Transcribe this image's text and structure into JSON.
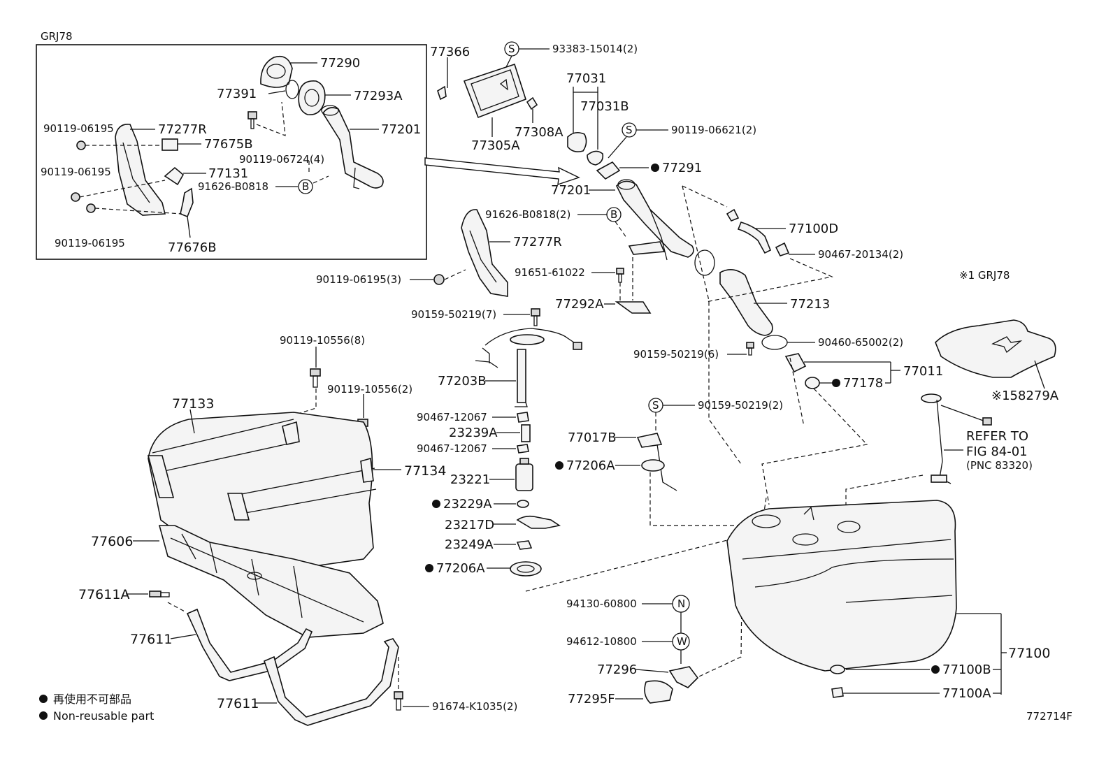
{
  "inset_title": "GRJ78",
  "note_variant": "※1 GRJ78",
  "figure_id": "772714F",
  "legend": {
    "jp": "再使用不可部品",
    "en": "Non-reusable part"
  },
  "refer": {
    "line1": "REFER TO",
    "line2": "FIG 84-01",
    "line3": "(PNC 83320)"
  },
  "inset_labels": {
    "p77290": "77290",
    "p77391": "77391",
    "p77293A": "77293A",
    "p77201": "77201",
    "p77277R": "77277R",
    "p77675B": "77675B",
    "p77131": "77131",
    "p77676B": "77676B",
    "b0619a": "90119-06195",
    "b0619b": "90119-06195",
    "b0619c": "90119-06195",
    "b06724": "90119-06724(4)",
    "b0818": "91626-B0818"
  },
  "labels": {
    "p77366": "77366",
    "s15014": "93383-15014(2)",
    "p77305A": "77305A",
    "p77308A": "77308A",
    "p77031": "77031",
    "p77031B": "77031B",
    "s06621": "90119-06621(2)",
    "p77291": "77291",
    "p77201": "77201",
    "b0818_2": "91626-B0818(2)",
    "p77277R": "77277R",
    "p77100D": "77100D",
    "c20134": "90467-20134(2)",
    "b61022": "91651-61022",
    "b06195_3": "90119-06195(3)",
    "p77292A": "77292A",
    "p77213": "77213",
    "b50219_7": "90159-50219(7)",
    "c65002": "90460-65002(2)",
    "b50219_6": "90159-50219(6)",
    "p77011": "77011",
    "p77178": "77178",
    "p158279A": "※158279A",
    "b10556_8": "90119-10556(8)",
    "b10556_2": "90119-10556(2)",
    "p77133": "77133",
    "p77203B": "77203B",
    "c12067a": "90467-12067",
    "p23239A": "23239A",
    "c12067b": "90467-12067",
    "s50219_2": "90159-50219(2)",
    "p77017B": "77017B",
    "p77206A_a": "77206A",
    "p77134": "77134",
    "p23221": "23221",
    "p23229A": "23229A",
    "p23217D": "23217D",
    "p77606": "77606",
    "p23249A": "23249A",
    "p77206A_b": "77206A",
    "p77611A": "77611A",
    "n60800": "94130-60800",
    "w10800": "94612-10800",
    "p77611a": "77611",
    "p77296": "77296",
    "p77295F": "77295F",
    "p77100": "77100",
    "p77100B": "77100B",
    "p77100A": "77100A",
    "p77611b": "77611",
    "b1035": "91674-K1035(2)"
  },
  "callout_letters": {
    "S": "S",
    "B": "B",
    "N": "N",
    "W": "W"
  }
}
